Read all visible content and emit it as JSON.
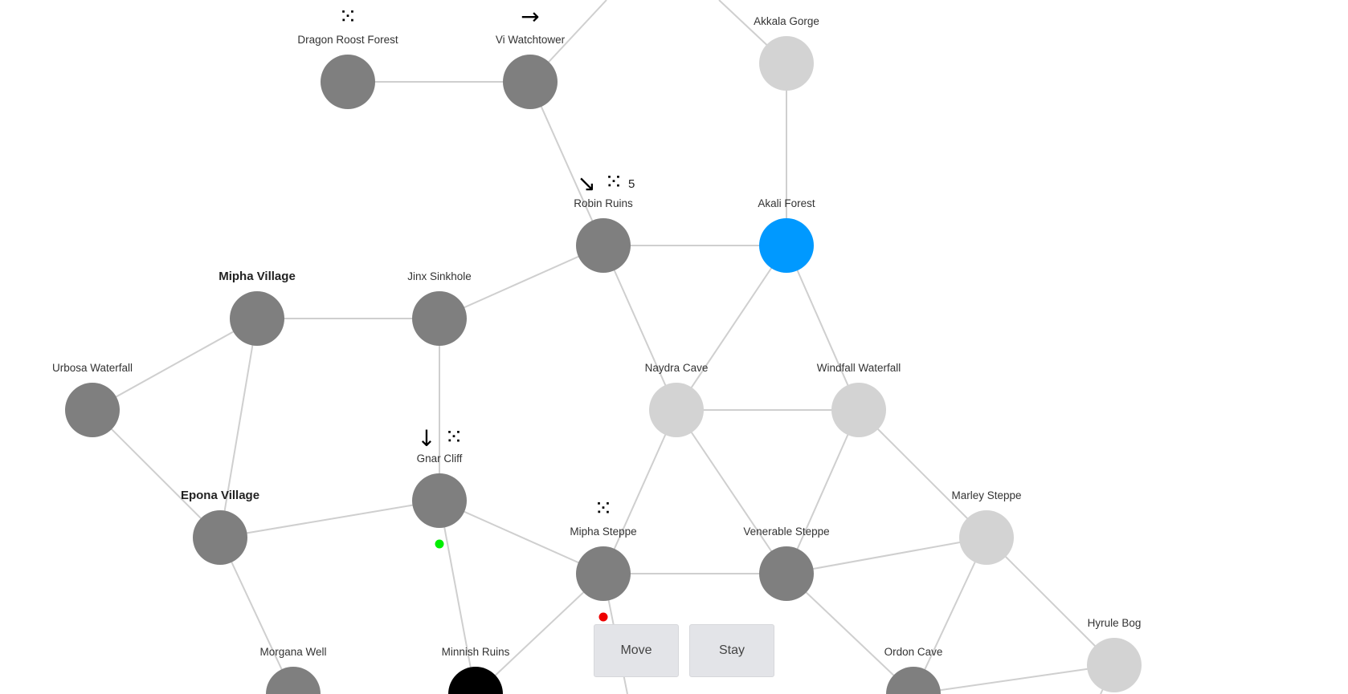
{
  "colors": {
    "dark": "#7f7f7f",
    "light": "#d3d3d3",
    "current": "#0099ff",
    "black": "#000000",
    "edge": "#cfcfcf",
    "green_dot": "#00ee00",
    "red_dot": "#ee0000"
  },
  "nodes": [
    {
      "id": "dragon-roost-forest",
      "label": "Dragon Roost Forest",
      "state": "dark"
    },
    {
      "id": "vi-watchtower",
      "label": "Vi Watchtower",
      "state": "dark"
    },
    {
      "id": "akkala-gorge",
      "label": "Akkala Gorge",
      "state": "light"
    },
    {
      "id": "robin-ruins",
      "label": "Robin Ruins",
      "state": "dark"
    },
    {
      "id": "akali-forest",
      "label": "Akali Forest",
      "state": "current"
    },
    {
      "id": "mipha-village",
      "label": "Mipha Village",
      "state": "dark",
      "bold": true
    },
    {
      "id": "jinx-sinkhole",
      "label": "Jinx Sinkhole",
      "state": "dark"
    },
    {
      "id": "urbosa-waterfall",
      "label": "Urbosa Waterfall",
      "state": "dark"
    },
    {
      "id": "naydra-cave",
      "label": "Naydra Cave",
      "state": "light"
    },
    {
      "id": "windfall-waterfall",
      "label": "Windfall Waterfall",
      "state": "light"
    },
    {
      "id": "gnar-cliff",
      "label": "Gnar Cliff",
      "state": "dark"
    },
    {
      "id": "epona-village",
      "label": "Epona Village",
      "state": "dark",
      "bold": true
    },
    {
      "id": "mipha-steppe",
      "label": "Mipha Steppe",
      "state": "dark"
    },
    {
      "id": "venerable-steppe",
      "label": "Venerable Steppe",
      "state": "dark"
    },
    {
      "id": "marley-steppe",
      "label": "Marley Steppe",
      "state": "light"
    },
    {
      "id": "hyrule-bog",
      "label": "Hyrule Bog",
      "state": "light"
    },
    {
      "id": "morgana-well",
      "label": "Morgana Well",
      "state": "dark"
    },
    {
      "id": "minnish-ruins",
      "label": "Minnish Ruins",
      "state": "black"
    },
    {
      "id": "ordon-cave",
      "label": "Ordon Cave",
      "state": "dark"
    }
  ],
  "edges": [
    [
      "dragon-roost-forest",
      "vi-watchtower"
    ],
    [
      "vi-watchtower",
      "robin-ruins"
    ],
    [
      "akkala-gorge",
      "akali-forest"
    ],
    [
      "robin-ruins",
      "akali-forest"
    ],
    [
      "robin-ruins",
      "jinx-sinkhole"
    ],
    [
      "robin-ruins",
      "naydra-cave"
    ],
    [
      "akali-forest",
      "naydra-cave"
    ],
    [
      "akali-forest",
      "windfall-waterfall"
    ],
    [
      "mipha-village",
      "jinx-sinkhole"
    ],
    [
      "mipha-village",
      "urbosa-waterfall"
    ],
    [
      "mipha-village",
      "epona-village"
    ],
    [
      "urbosa-waterfall",
      "epona-village"
    ],
    [
      "jinx-sinkhole",
      "gnar-cliff"
    ],
    [
      "naydra-cave",
      "windfall-waterfall"
    ],
    [
      "naydra-cave",
      "mipha-steppe"
    ],
    [
      "naydra-cave",
      "venerable-steppe"
    ],
    [
      "windfall-waterfall",
      "venerable-steppe"
    ],
    [
      "windfall-waterfall",
      "marley-steppe"
    ],
    [
      "gnar-cliff",
      "epona-village"
    ],
    [
      "gnar-cliff",
      "mipha-steppe"
    ],
    [
      "gnar-cliff",
      "minnish-ruins"
    ],
    [
      "epona-village",
      "morgana-well"
    ],
    [
      "mipha-steppe",
      "venerable-steppe"
    ],
    [
      "mipha-steppe",
      "minnish-ruins"
    ],
    [
      "venerable-steppe",
      "marley-steppe"
    ],
    [
      "venerable-steppe",
      "ordon-cave"
    ],
    [
      "marley-steppe",
      "hyrule-bog"
    ],
    [
      "marley-steppe",
      "ordon-cave"
    ],
    [
      "hyrule-bog",
      "ordon-cave"
    ]
  ],
  "markers": [
    {
      "node": "dragon-roost-forest",
      "kind": "footprints-icon",
      "glyph": "⁙"
    },
    {
      "node": "vi-watchtower",
      "kind": "arrow-right-icon",
      "glyph": "→"
    },
    {
      "node": "robin-ruins",
      "kind": "arrow-down-right-icon",
      "glyph": "↘"
    },
    {
      "node": "robin-ruins",
      "kind": "footprints-icon",
      "glyph": "⁙"
    },
    {
      "node": "gnar-cliff",
      "kind": "arrow-down-icon",
      "glyph": "↓"
    },
    {
      "node": "gnar-cliff",
      "kind": "footprints-icon",
      "glyph": "⁙"
    },
    {
      "node": "mipha-steppe",
      "kind": "footprints-icon",
      "glyph": "⁙"
    }
  ],
  "robin_ruins_count": "5",
  "dots": [
    {
      "kind": "green-dot",
      "near": "gnar-cliff"
    },
    {
      "kind": "red-dot",
      "near": "mipha-steppe"
    }
  ],
  "buttons": {
    "move_label": "Move",
    "stay_label": "Stay"
  }
}
